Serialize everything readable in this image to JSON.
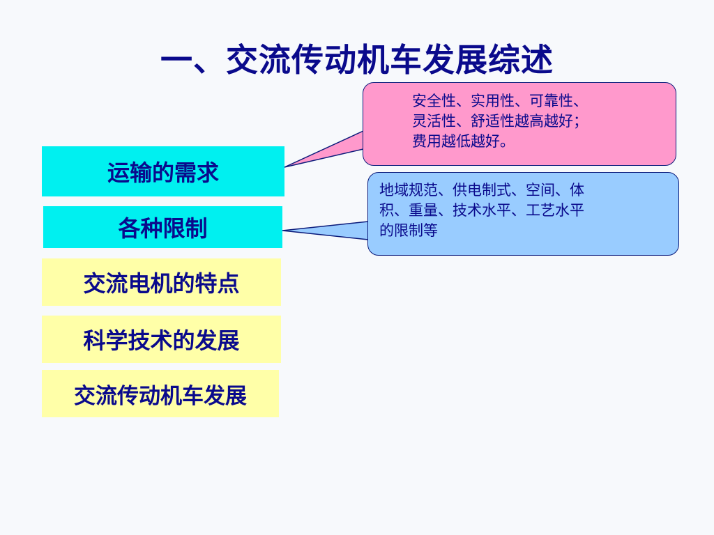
{
  "title": "一、交流传动机车发展综述",
  "boxes": {
    "transport_demand": "运输的需求",
    "constraints": "各种限制",
    "ac_motor_features": "交流电机的特点",
    "sci_tech_development": "科学技术的发展",
    "ac_locomotive_development": "交流传动机车发展"
  },
  "callouts": {
    "demand_detail": [
      "安全性、实用性、可靠性、",
      "灵活性、舒适性越高越好；",
      "费用越低越好。"
    ],
    "constraints_detail": [
      "地域规范、供电制式、空间、体",
      "积、重量、技术水平、工艺水平",
      "的限制等"
    ]
  },
  "colors": {
    "text": "#0a0a8c",
    "cyan_box": "#00f0f0",
    "yellow_box": "#ffffa8",
    "pink_callout": "#ff99cc",
    "blue_callout": "#99ccff"
  }
}
